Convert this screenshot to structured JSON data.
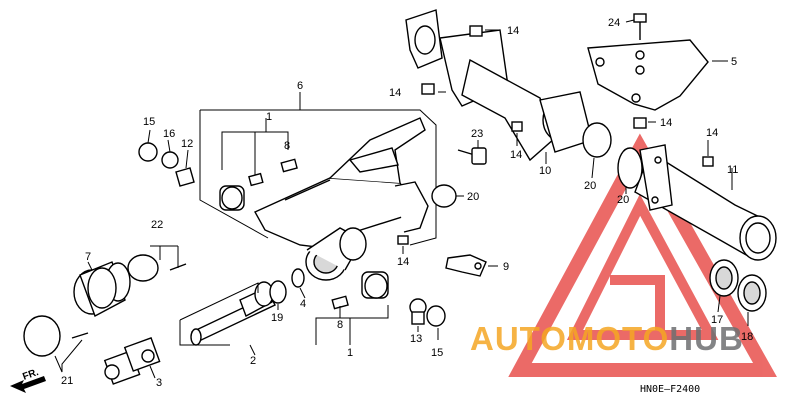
{
  "diagram": {
    "labels": [
      {
        "id": "p1a",
        "text": "1"
      },
      {
        "id": "p1b",
        "text": "1"
      },
      {
        "id": "p2",
        "text": "2"
      },
      {
        "id": "p3",
        "text": "3"
      },
      {
        "id": "p4",
        "text": "4"
      },
      {
        "id": "p5",
        "text": "5"
      },
      {
        "id": "p6",
        "text": "6"
      },
      {
        "id": "p7",
        "text": "7"
      },
      {
        "id": "p8a",
        "text": "8"
      },
      {
        "id": "p8b",
        "text": "8"
      },
      {
        "id": "p9",
        "text": "9"
      },
      {
        "id": "p10",
        "text": "10"
      },
      {
        "id": "p11",
        "text": "11"
      },
      {
        "id": "p12",
        "text": "12"
      },
      {
        "id": "p13",
        "text": "13"
      },
      {
        "id": "p14a",
        "text": "14"
      },
      {
        "id": "p14b",
        "text": "14"
      },
      {
        "id": "p14c",
        "text": "14"
      },
      {
        "id": "p14d",
        "text": "14"
      },
      {
        "id": "p14e",
        "text": "14"
      },
      {
        "id": "p14f",
        "text": "14"
      },
      {
        "id": "p15a",
        "text": "15"
      },
      {
        "id": "p15b",
        "text": "15"
      },
      {
        "id": "p16",
        "text": "16"
      },
      {
        "id": "p17",
        "text": "17"
      },
      {
        "id": "p18",
        "text": "18"
      },
      {
        "id": "p19",
        "text": "19"
      },
      {
        "id": "p20a",
        "text": "20"
      },
      {
        "id": "p20b",
        "text": "20"
      },
      {
        "id": "p20c",
        "text": "20"
      },
      {
        "id": "p21",
        "text": "21"
      },
      {
        "id": "p22",
        "text": "22"
      },
      {
        "id": "p23",
        "text": "23"
      },
      {
        "id": "p24",
        "text": "24"
      }
    ],
    "direction_label": "FR.",
    "diagram_code": "HN0E—F2400"
  },
  "watermark": {
    "text_part1": "AUTOMOTO",
    "text_part2": "HUB",
    "color_red": "#e53935",
    "color_orange": "#f5a623",
    "color_gray": "#6d6e71"
  }
}
